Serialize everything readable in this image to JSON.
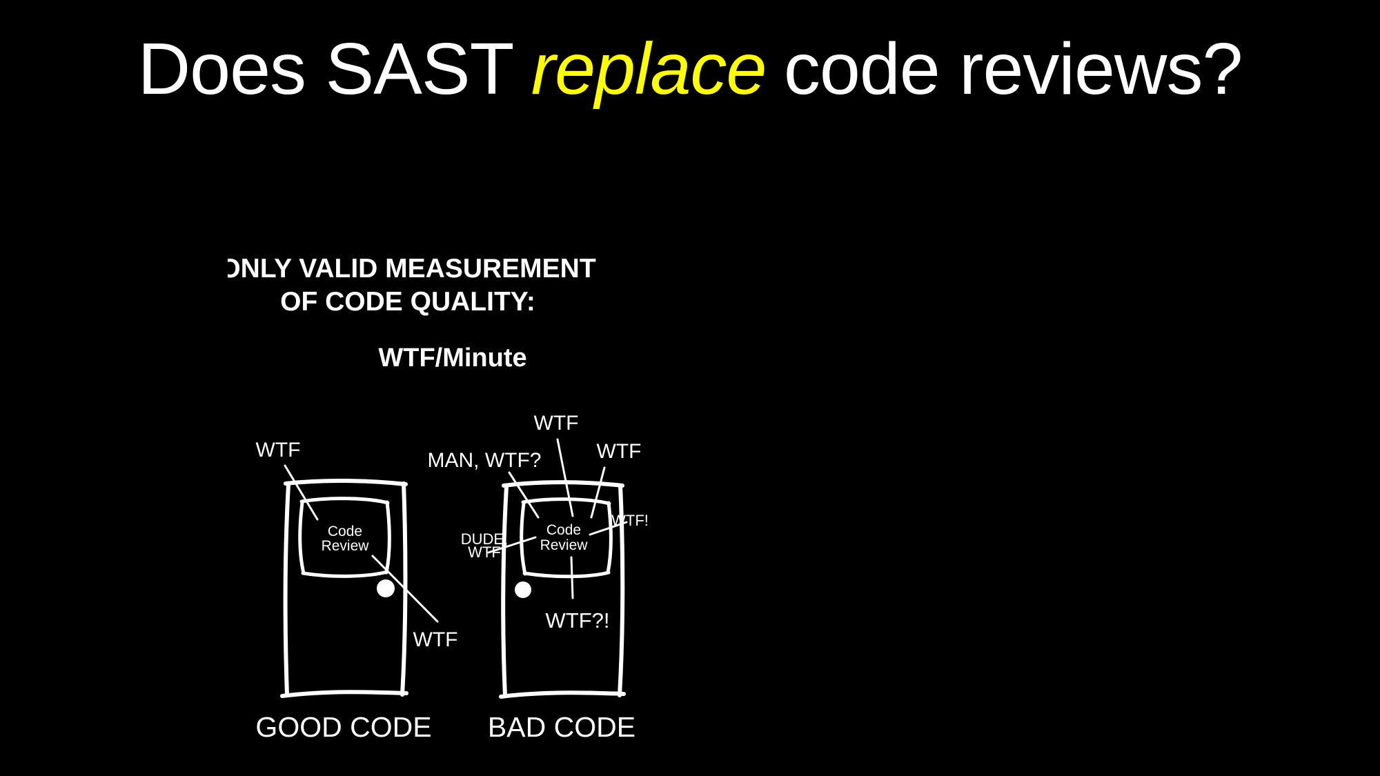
{
  "slide": {
    "background_color": "#000000",
    "title": {
      "prefix": "Does SAST",
      "highlight": "replace",
      "suffix": "code reviews?",
      "text_color": "#ffffff",
      "highlight_color": "#ffff00"
    },
    "comic": {
      "ink_color": "#ffffff",
      "heading": {
        "line1": "ONLY VALID MEASUREMENT",
        "line2": "OF CODE QUALITY:"
      },
      "metric_label": "WTF/Minute",
      "doors": {
        "good": {
          "caption": "GOOD CODE",
          "window_text": {
            "line1": "Code",
            "line2": "Review"
          },
          "callouts": {
            "top_wtf": "WTF",
            "bottom_wtf": "WTF"
          }
        },
        "bad": {
          "caption": "BAD CODE",
          "window_text": {
            "line1": "Code",
            "line2": "Review"
          },
          "callouts": {
            "top_wtf": "WTF",
            "man_wtf": "MAN, WTF?",
            "right_wtf": "WTF",
            "wtf_excl": "WTF!",
            "dude_line1": "DUDE,",
            "dude_line2": "WTF",
            "bottom_wtf": "WTF?!"
          }
        }
      }
    }
  }
}
